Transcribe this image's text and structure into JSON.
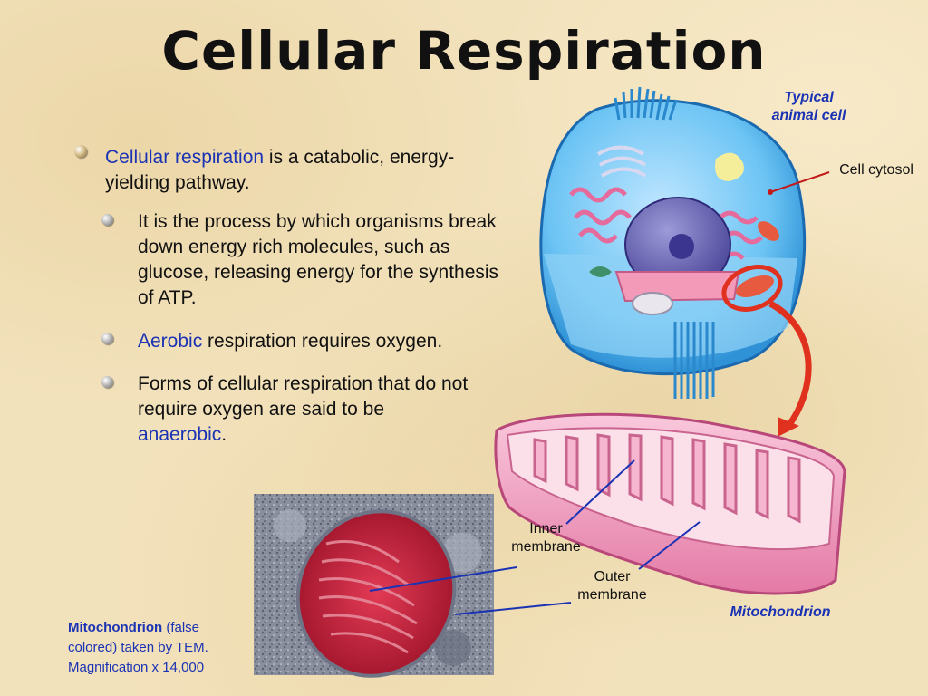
{
  "slide": {
    "title": "Cellular Respiration",
    "bullets": {
      "b1_highlight": "Cellular respiration",
      "b1_rest": " is a catabolic, energy-yielding pathway.",
      "b2": "It is the process by which organisms break down energy rich molecules, such as glucose, releasing energy for the synthesis of ATP.",
      "b3_highlight": "Aerobic",
      "b3_rest": " respiration requires oxygen.",
      "b4_pre": "Forms of cellular respiration that do not  require oxygen are said to be ",
      "b4_highlight": "anaerobic",
      "b4_post": "."
    },
    "labels": {
      "typical_cell_line1": "Typical",
      "typical_cell_line2": "animal cell",
      "cytosol": "Cell cytosol",
      "inner_line1": "Inner",
      "inner_line2": "membrane",
      "outer_line1": "Outer",
      "outer_line2": "membrane",
      "mitochondrion": "Mitochondrion"
    },
    "caption": {
      "bold": "Mitochondrion",
      "rest1": " (false",
      "line2": "colored) taken by TEM.",
      "line3": "Magnification x 14,000"
    }
  },
  "colors": {
    "accent_blue": "#1a32b4",
    "arrow_red": "#e0301e",
    "cell_blue": "#5ab8f0",
    "mito_pink": "#f0a0c0",
    "tem_red": "#c8203a"
  }
}
